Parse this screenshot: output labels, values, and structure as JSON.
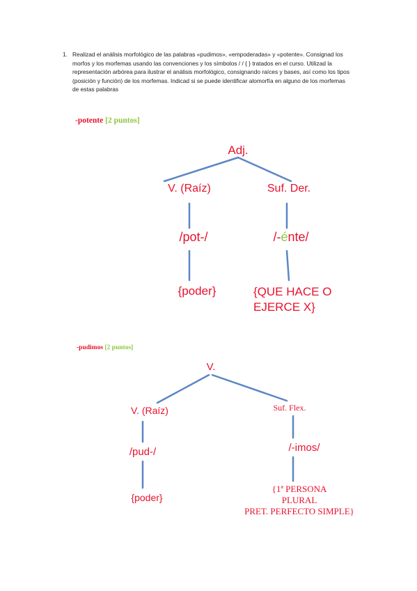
{
  "question": {
    "number": "1.",
    "text": "Realizad el análisis morfológico de las palabras «pudimos», «empoderadas» y «potente». Consignad los morfos y los morfemas usando las convenciones y los símbolos / / { } tratados en el curso. Utilizad la representación arbórea para ilustrar el análisis morfológico, consignando raíces y bases, así como los tipos (posición y función) de los morfemas. Indicad si se puede identificar alomorfía en alguno de los morfemas de estas palabras"
  },
  "sections": [
    {
      "word": "-potente",
      "points": "[2 puntos]",
      "tree": {
        "root": "Adj.",
        "left": {
          "category": "V. (Raíz)",
          "morph": "/pot-/",
          "morpheme": "{poder}"
        },
        "right": {
          "category": "Suf. Der.",
          "morph_prefix": "/-",
          "morph_accent": "é",
          "morph_suffix": "nte/",
          "morpheme_lines": [
            "{QUE HACE O",
            "EJERCE X}"
          ]
        }
      }
    },
    {
      "word": "-pudimos",
      "points": "[2 puntos]",
      "tree": {
        "root": "V.",
        "left": {
          "category": "V. (Raíz)",
          "morph": "/pud-/",
          "morpheme": "{poder}"
        },
        "right": {
          "category": "Suf. Flex.",
          "morph": "/-imos/",
          "morpheme_lines": [
            "{1ª PERSONA",
            "PLURAL",
            "PRET. PERFECTO SIMPLE}"
          ]
        }
      }
    }
  ],
  "colors": {
    "text_red": "#e8112d",
    "accent_green": "#8dc63f",
    "branch_blue": "#5b86c5"
  }
}
